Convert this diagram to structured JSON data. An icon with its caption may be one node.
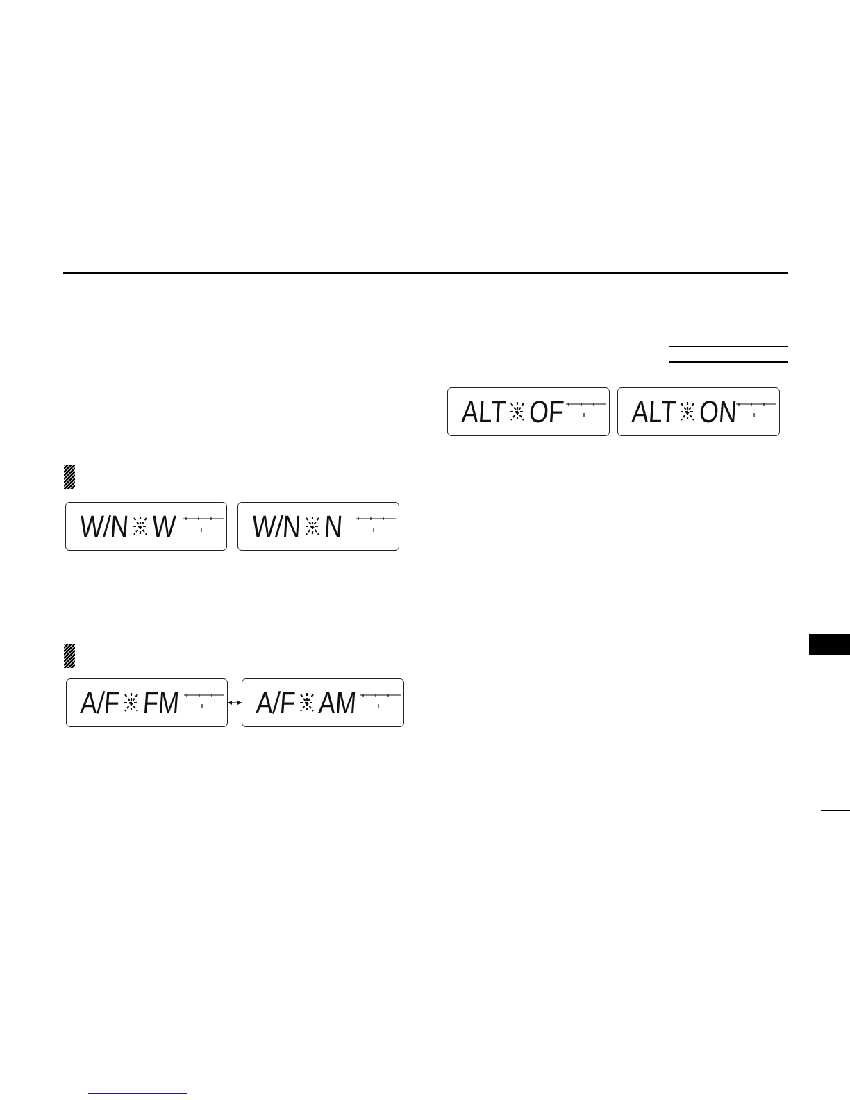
{
  "diagram": {
    "nodes": [
      {
        "text": [
          "W/N",
          "W"
        ]
      },
      {
        "text": [
          "W/N",
          "N"
        ]
      },
      {
        "text": [
          "A/F",
          "FM"
        ]
      },
      {
        "text": [
          "A/F",
          "AM"
        ]
      },
      {
        "text": [
          "ALT",
          "OF"
        ]
      },
      {
        "text": [
          "ALT",
          "ON"
        ]
      }
    ],
    "edges": [
      {
        "from": 2,
        "to": 3,
        "arrow": "both"
      }
    ]
  }
}
